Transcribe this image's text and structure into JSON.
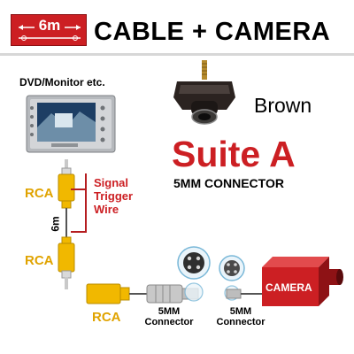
{
  "header": {
    "length_label": "6m",
    "title": "CABLE + CAMERA"
  },
  "monitor": {
    "label": "DVD/Monitor etc."
  },
  "camera": {
    "color_label": "Brown",
    "box_label": "CAMERA"
  },
  "suite": {
    "title": "Suite A",
    "subtitle": "5MM CONNECTOR"
  },
  "cable": {
    "rca_top": "RCA",
    "rca_mid": "RCA",
    "rca_bottom": "RCA",
    "signal_wire": "Signal Trigger Wire",
    "length_marker": "6m"
  },
  "connectors": {
    "left_label_1": "5MM",
    "left_label_2": "Connector",
    "right_label_1": "5MM",
    "right_label_2": "Connector"
  },
  "colors": {
    "accent_red": "#cc1f23",
    "rca_yellow": "#f1b800",
    "label_gold": "#e0a300"
  }
}
